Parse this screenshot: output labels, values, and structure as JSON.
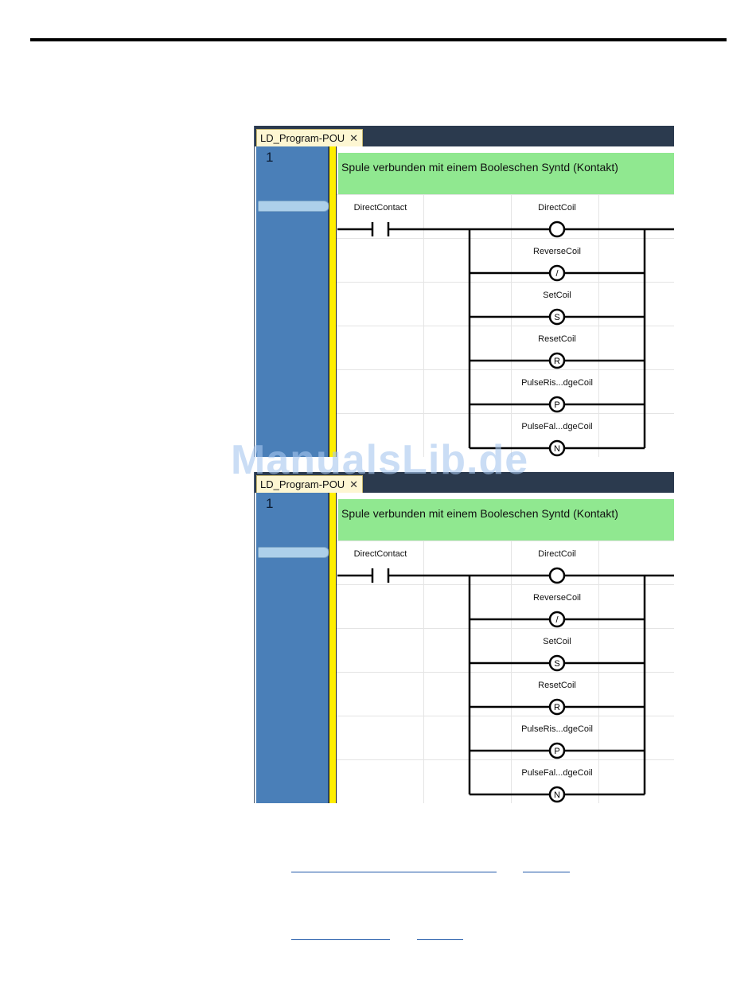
{
  "watermark": "ManualsLib.de",
  "editors": [
    {
      "tab_label": "LD_Program-POU",
      "tab_close": "✕",
      "rung_number": "1",
      "comment": "Spule verbunden mit einem Booleschen Syntd (Kontakt)",
      "contact_label": "DirectContact",
      "coils": [
        {
          "label": "DirectCoil",
          "symbol": ""
        },
        {
          "label": "ReverseCoil",
          "symbol": "/"
        },
        {
          "label": "SetCoil",
          "symbol": "S"
        },
        {
          "label": "ResetCoil",
          "symbol": "R"
        },
        {
          "label": "PulseRis...dgeCoil",
          "symbol": "P"
        },
        {
          "label": "PulseFal...dgeCoil",
          "symbol": "N"
        }
      ]
    },
    {
      "tab_label": "LD_Program-POU",
      "tab_close": "✕",
      "rung_number": "1",
      "comment": "Spule verbunden mit einem Booleschen Syntd (Kontakt)",
      "contact_label": "DirectContact",
      "coils": [
        {
          "label": "DirectCoil",
          "symbol": ""
        },
        {
          "label": "ReverseCoil",
          "symbol": "/"
        },
        {
          "label": "SetCoil",
          "symbol": "S"
        },
        {
          "label": "ResetCoil",
          "symbol": "R"
        },
        {
          "label": "PulseRis...dgeCoil",
          "symbol": "P"
        },
        {
          "label": "PulseFal...dgeCoil",
          "symbol": "N"
        }
      ]
    }
  ],
  "colors": {
    "titlebar": "#2b3a4e",
    "rung_bar": "#4a7fb8",
    "power_rail": "#ffee00",
    "comment_bg": "#90e890",
    "link": "#1f57a8"
  }
}
